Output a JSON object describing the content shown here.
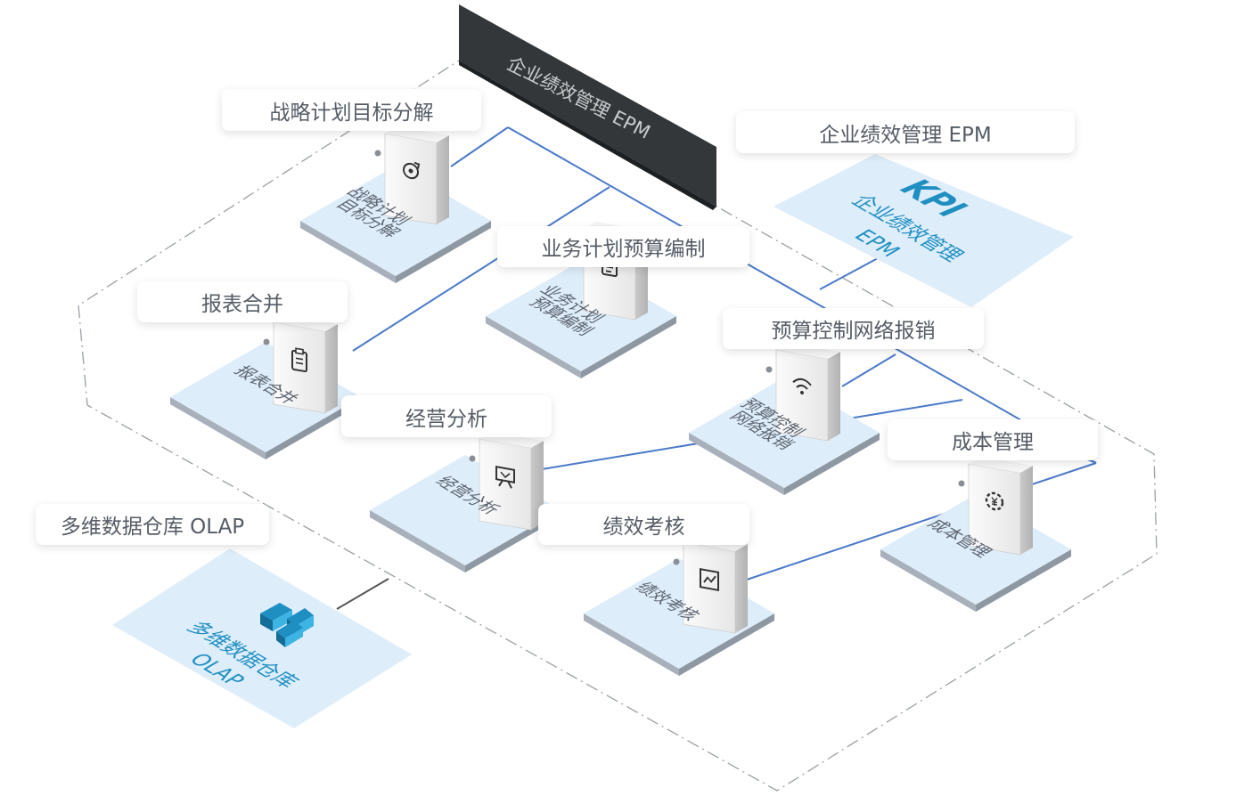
{
  "banner": {
    "title": "企业绩效管理 EPM"
  },
  "epm": {
    "card": "企业绩效管理  EPM",
    "kpi": "KPI",
    "platform_line1": "企业绩效管理",
    "platform_line2": "EPM"
  },
  "olap": {
    "card": "多维数据仓库 OLAP",
    "platform_line1": "多维数据仓库",
    "platform_line2": "OLAP"
  },
  "modules": [
    {
      "card": "战略计划目标分解",
      "line1": "战略计划",
      "line2": "目标分解",
      "icon": "target-refresh-icon"
    },
    {
      "card": "业务计划预算编制",
      "line1": "业务计划",
      "line2": "预算编制",
      "icon": "document-list-icon"
    },
    {
      "card": "报表合并",
      "line1": "报表合并",
      "line2": "",
      "icon": "clipboard-icon"
    },
    {
      "card": "预算控制网络报销",
      "line1": "预算控制",
      "line2": "网络报销",
      "icon": "wifi-signal-icon"
    },
    {
      "card": "经营分析",
      "line1": "经营分析",
      "line2": "",
      "icon": "presentation-board-icon"
    },
    {
      "card": "成本管理",
      "line1": "成本管理",
      "line2": "",
      "icon": "yen-gear-icon"
    },
    {
      "card": "绩效考核",
      "line1": "绩效考核",
      "line2": "",
      "icon": "trend-chart-icon"
    }
  ],
  "colors": {
    "platform": "#deedfa",
    "platform_side": "#a7b0bb",
    "connector": "#4a79c9",
    "banner": "#333739",
    "accent": "#1f8fc2"
  }
}
